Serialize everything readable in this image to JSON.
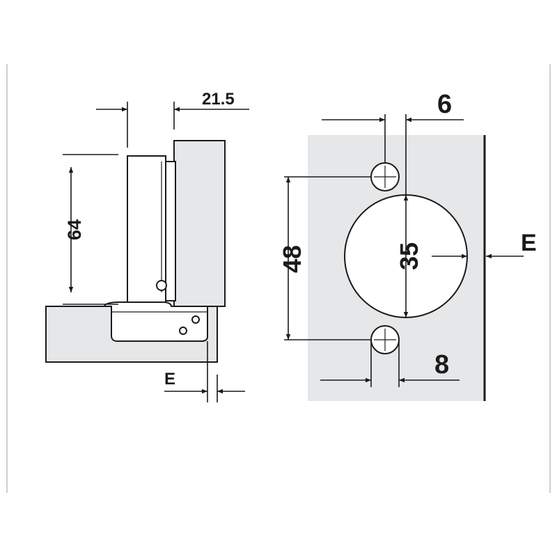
{
  "dimensions": {
    "cup_offset": "21.5",
    "arm_height": "64",
    "overlay_side": "E",
    "screw_offset_top": "6",
    "cup_diameter": "35",
    "screw_spacing": "48",
    "overlay_plate": "E",
    "screw_offset_bottom": "8"
  },
  "colors": {
    "panel_fill": "#e6e7e8",
    "line": "#1a1a1a",
    "background": "#ffffff"
  }
}
